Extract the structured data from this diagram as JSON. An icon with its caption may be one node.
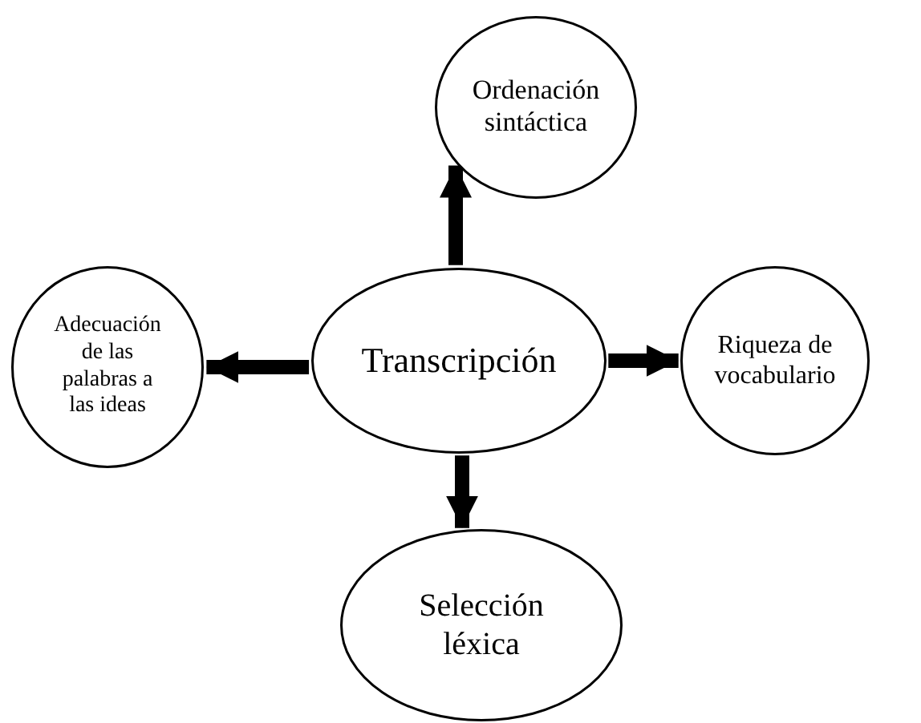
{
  "diagram": {
    "nodes": [
      {
        "text": [
          "Ordenación sintáctica"
        ]
      },
      {
        "text": [
          "Adecuación de las palabras a las ideas"
        ]
      },
      {
        "text": [
          "Transcripción"
        ]
      },
      {
        "text": [
          "Riqueza de vocabulario"
        ]
      },
      {
        "text": [
          "Selección léxica"
        ]
      }
    ],
    "edges": [
      {
        "from": 2,
        "to": 0,
        "arrow": "to"
      },
      {
        "from": 2,
        "to": 1,
        "arrow": "to"
      },
      {
        "from": 2,
        "to": 3,
        "arrow": "to"
      },
      {
        "from": 2,
        "to": 4,
        "arrow": "to"
      }
    ]
  }
}
